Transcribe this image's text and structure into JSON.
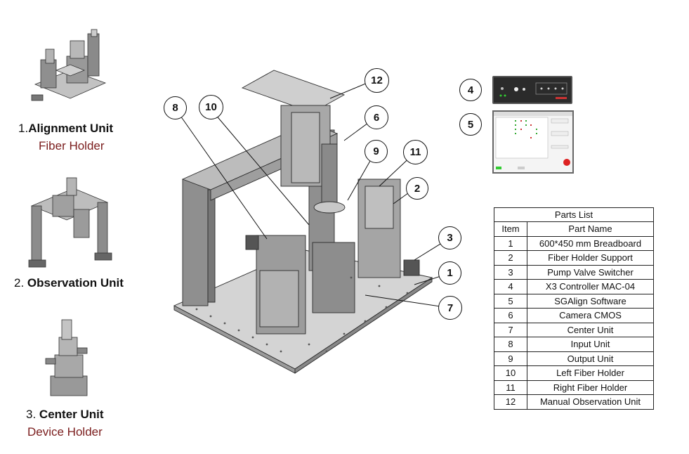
{
  "units": [
    {
      "number": "1.",
      "name": "Alignment Unit",
      "sub": "Fiber Holder"
    },
    {
      "number": "2.",
      "name": "Observation Unit",
      "sub": ""
    },
    {
      "number": "3.",
      "name": "Center Unit",
      "sub": "Device Holder"
    }
  ],
  "callouts": {
    "c1": "1",
    "c2": "2",
    "c3": "3",
    "c4": "4",
    "c5": "5",
    "c6": "6",
    "c7": "7",
    "c8": "8",
    "c9": "9",
    "c10": "10",
    "c11": "11",
    "c12": "12"
  },
  "parts_list": {
    "caption": "Parts List",
    "headers": [
      "Item",
      "Part Name"
    ],
    "rows": [
      [
        "1",
        "600*450 mm Breadboard"
      ],
      [
        "2",
        "Fiber Holder Support"
      ],
      [
        "3",
        "Pump Valve Switcher"
      ],
      [
        "4",
        "X3 Controller MAC-04"
      ],
      [
        "5",
        "SGAlign Software"
      ],
      [
        "6",
        "Camera CMOS"
      ],
      [
        "7",
        "Center Unit"
      ],
      [
        "8",
        "Input Unit"
      ],
      [
        "9",
        "Output Unit"
      ],
      [
        "10",
        "Left Fiber Holder"
      ],
      [
        "11",
        "Right Fiber Holder"
      ],
      [
        "12",
        "Manual Observation Unit"
      ]
    ]
  },
  "colors": {
    "accent_subtitle": "#7a1c1c",
    "machine_gray": "#9a9a9a"
  }
}
